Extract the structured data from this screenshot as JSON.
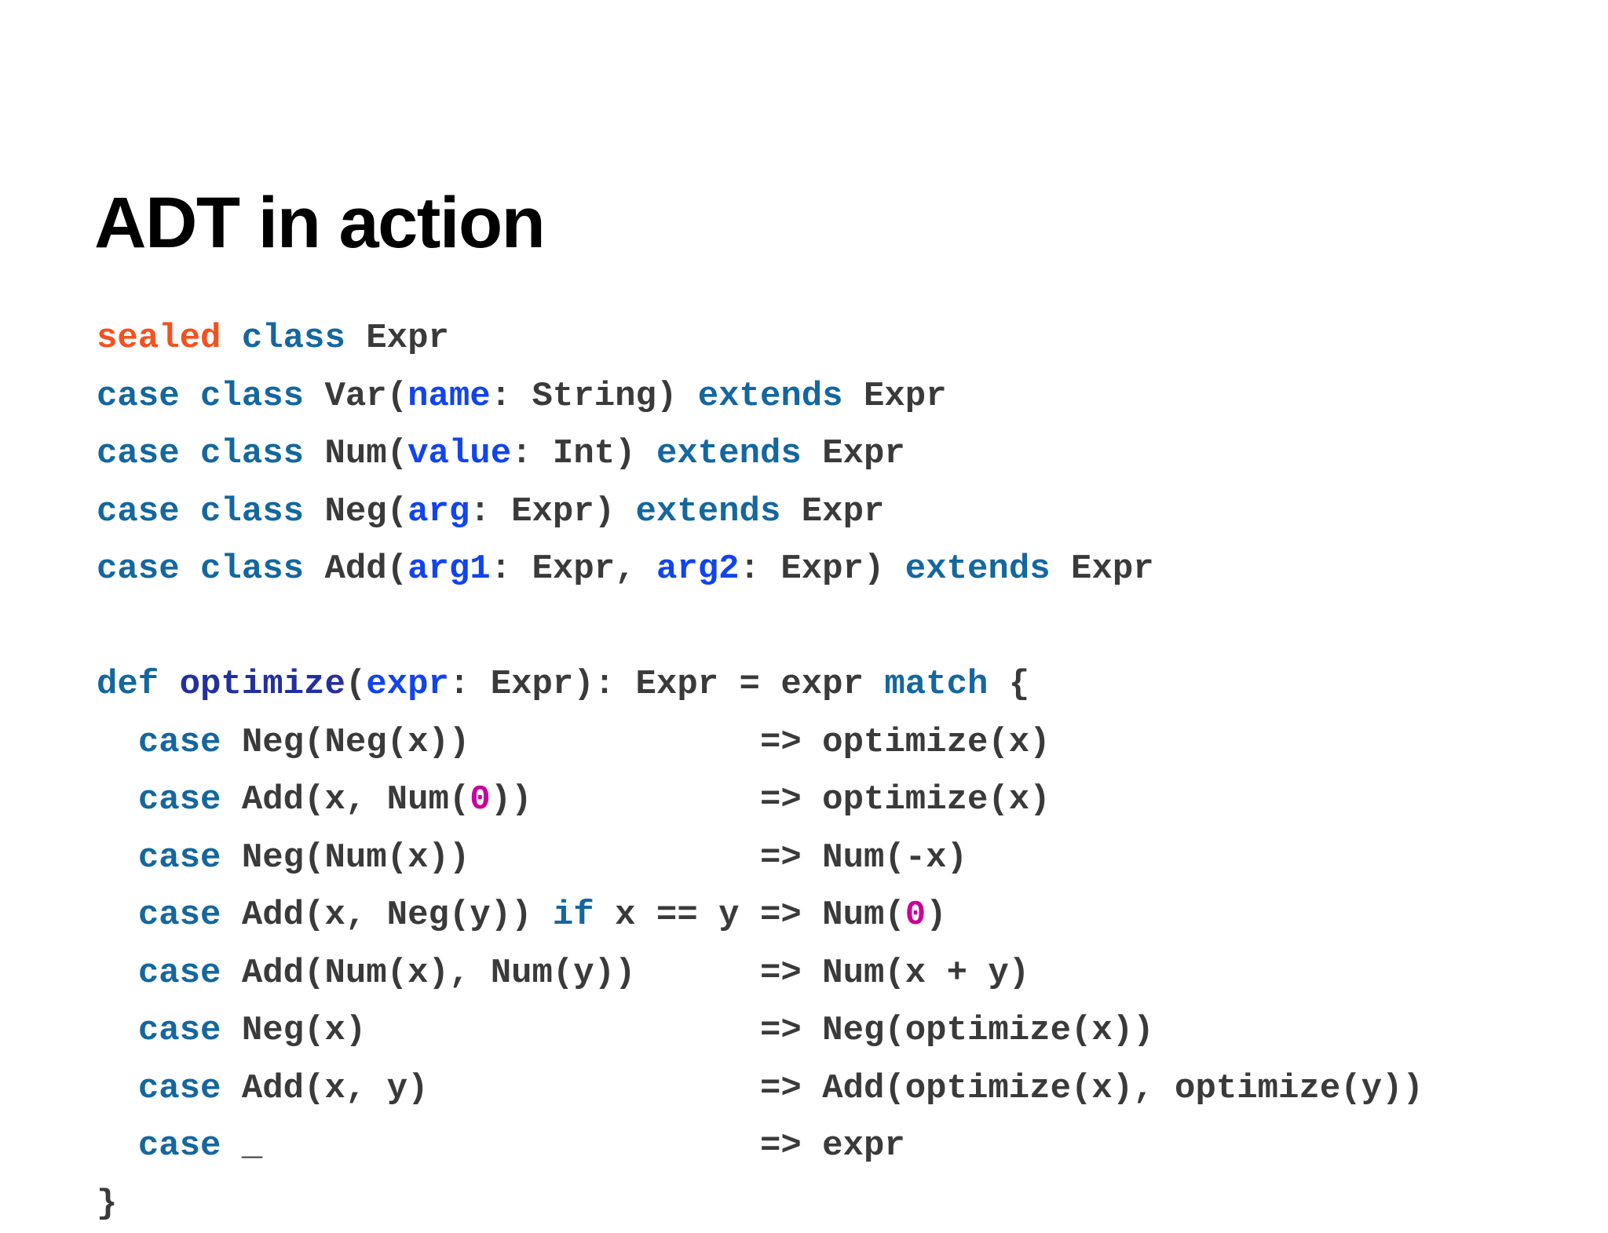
{
  "slide": {
    "title": "ADT in action",
    "background_color": "#ffffff",
    "colors": {
      "text": "#3a3a3a",
      "keyword_blue": "#14679f",
      "modifier_orange": "#f4511e",
      "param_blue": "#1144ee",
      "function_navy": "#22309f",
      "number_magenta": "#cc0099",
      "title_black": "#000000"
    }
  },
  "code": {
    "language": "scala",
    "lines": [
      {
        "id": "line-sealed-class-expr",
        "tokens": [
          {
            "t": "sealed",
            "c": "mod"
          },
          {
            "t": " ",
            "c": "plain"
          },
          {
            "t": "class",
            "c": "kw"
          },
          {
            "t": " Expr",
            "c": "plain"
          }
        ]
      },
      {
        "id": "line-case-class-var",
        "tokens": [
          {
            "t": "case class",
            "c": "kw"
          },
          {
            "t": " Var(",
            "c": "plain"
          },
          {
            "t": "name",
            "c": "param"
          },
          {
            "t": ": String) ",
            "c": "plain"
          },
          {
            "t": "extends",
            "c": "kw"
          },
          {
            "t": " Expr",
            "c": "plain"
          }
        ]
      },
      {
        "id": "line-case-class-num",
        "tokens": [
          {
            "t": "case class",
            "c": "kw"
          },
          {
            "t": " Num(",
            "c": "plain"
          },
          {
            "t": "value",
            "c": "param"
          },
          {
            "t": ": Int) ",
            "c": "plain"
          },
          {
            "t": "extends",
            "c": "kw"
          },
          {
            "t": " Expr",
            "c": "plain"
          }
        ]
      },
      {
        "id": "line-case-class-neg",
        "tokens": [
          {
            "t": "case class",
            "c": "kw"
          },
          {
            "t": " Neg(",
            "c": "plain"
          },
          {
            "t": "arg",
            "c": "param"
          },
          {
            "t": ": Expr) ",
            "c": "plain"
          },
          {
            "t": "extends",
            "c": "kw"
          },
          {
            "t": " Expr",
            "c": "plain"
          }
        ]
      },
      {
        "id": "line-case-class-add",
        "tokens": [
          {
            "t": "case class",
            "c": "kw"
          },
          {
            "t": " Add(",
            "c": "plain"
          },
          {
            "t": "arg1",
            "c": "param"
          },
          {
            "t": ": Expr, ",
            "c": "plain"
          },
          {
            "t": "arg2",
            "c": "param"
          },
          {
            "t": ": Expr) ",
            "c": "plain"
          },
          {
            "t": "extends",
            "c": "kw"
          },
          {
            "t": " Expr",
            "c": "plain"
          }
        ]
      },
      {
        "id": "line-blank-1",
        "tokens": []
      },
      {
        "id": "line-def-optimize",
        "tokens": [
          {
            "t": "def",
            "c": "kw"
          },
          {
            "t": " ",
            "c": "plain"
          },
          {
            "t": "optimize",
            "c": "fname"
          },
          {
            "t": "(",
            "c": "plain"
          },
          {
            "t": "expr",
            "c": "param"
          },
          {
            "t": ": Expr): Expr = expr ",
            "c": "plain"
          },
          {
            "t": "match",
            "c": "kw"
          },
          {
            "t": " {",
            "c": "plain"
          }
        ]
      },
      {
        "id": "line-case-neg-neg-x",
        "tokens": [
          {
            "t": "  ",
            "c": "plain"
          },
          {
            "t": "case",
            "c": "kw"
          },
          {
            "t": " Neg(Neg(x))              => optimize(x)",
            "c": "plain"
          }
        ]
      },
      {
        "id": "line-case-add-x-num0",
        "tokens": [
          {
            "t": "  ",
            "c": "plain"
          },
          {
            "t": "case",
            "c": "kw"
          },
          {
            "t": " Add(x, Num(",
            "c": "plain"
          },
          {
            "t": "0",
            "c": "num"
          },
          {
            "t": "))           => optimize(x)",
            "c": "plain"
          }
        ]
      },
      {
        "id": "line-case-neg-num-x",
        "tokens": [
          {
            "t": "  ",
            "c": "plain"
          },
          {
            "t": "case",
            "c": "kw"
          },
          {
            "t": " Neg(Num(x))              => Num(-x)",
            "c": "plain"
          }
        ]
      },
      {
        "id": "line-case-add-x-neg-y-if",
        "tokens": [
          {
            "t": "  ",
            "c": "plain"
          },
          {
            "t": "case",
            "c": "kw"
          },
          {
            "t": " Add(x, Neg(y)) ",
            "c": "plain"
          },
          {
            "t": "if",
            "c": "kw"
          },
          {
            "t": " x == y => Num(",
            "c": "plain"
          },
          {
            "t": "0",
            "c": "num"
          },
          {
            "t": ")",
            "c": "plain"
          }
        ]
      },
      {
        "id": "line-case-add-num-num",
        "tokens": [
          {
            "t": "  ",
            "c": "plain"
          },
          {
            "t": "case",
            "c": "kw"
          },
          {
            "t": " Add(Num(x), Num(y))      => Num(x + y)",
            "c": "plain"
          }
        ]
      },
      {
        "id": "line-case-neg-x",
        "tokens": [
          {
            "t": "  ",
            "c": "plain"
          },
          {
            "t": "case",
            "c": "kw"
          },
          {
            "t": " Neg(x)                   => Neg(optimize(x))",
            "c": "plain"
          }
        ]
      },
      {
        "id": "line-case-add-x-y",
        "tokens": [
          {
            "t": "  ",
            "c": "plain"
          },
          {
            "t": "case",
            "c": "kw"
          },
          {
            "t": " Add(x, y)                => Add(optimize(x), optimize(y))",
            "c": "plain"
          }
        ]
      },
      {
        "id": "line-case-wildcard",
        "tokens": [
          {
            "t": "  ",
            "c": "plain"
          },
          {
            "t": "case",
            "c": "kw"
          },
          {
            "t": " _                        => expr",
            "c": "plain"
          }
        ]
      },
      {
        "id": "line-close-brace",
        "tokens": [
          {
            "t": "}",
            "c": "plain"
          }
        ]
      }
    ]
  }
}
